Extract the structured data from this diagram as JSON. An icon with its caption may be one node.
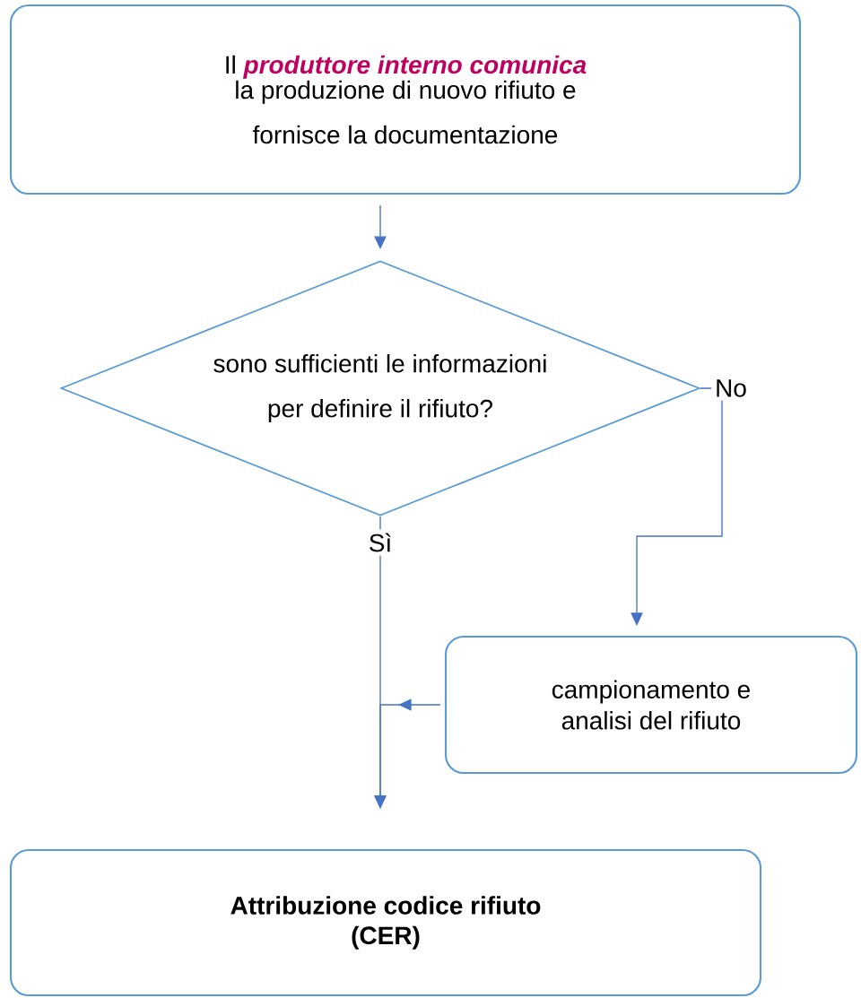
{
  "diagram": {
    "nodes": [
      {
        "text": [
          "Il",
          "produttore interno comunica",
          "la produzione di nuovo rifiuto e fornisce la documentazione"
        ]
      },
      {
        "text": [
          "sono sufficienti le informazioni per definire il rifiuto?"
        ]
      },
      {
        "text": [
          "campionamento e analisi del rifiuto"
        ]
      },
      {
        "text": [
          "Attribuzione codice rifiuto (CER)"
        ]
      }
    ],
    "edges": [
      {
        "from": 0,
        "to": 1,
        "arrow": "to"
      },
      {
        "from": 1,
        "to": 2,
        "arrow": "to",
        "label": "No"
      },
      {
        "from": 1,
        "to": 3,
        "arrow": "to",
        "label": "Sì"
      },
      {
        "from": 2,
        "to": 3,
        "arrow": "to"
      }
    ]
  }
}
